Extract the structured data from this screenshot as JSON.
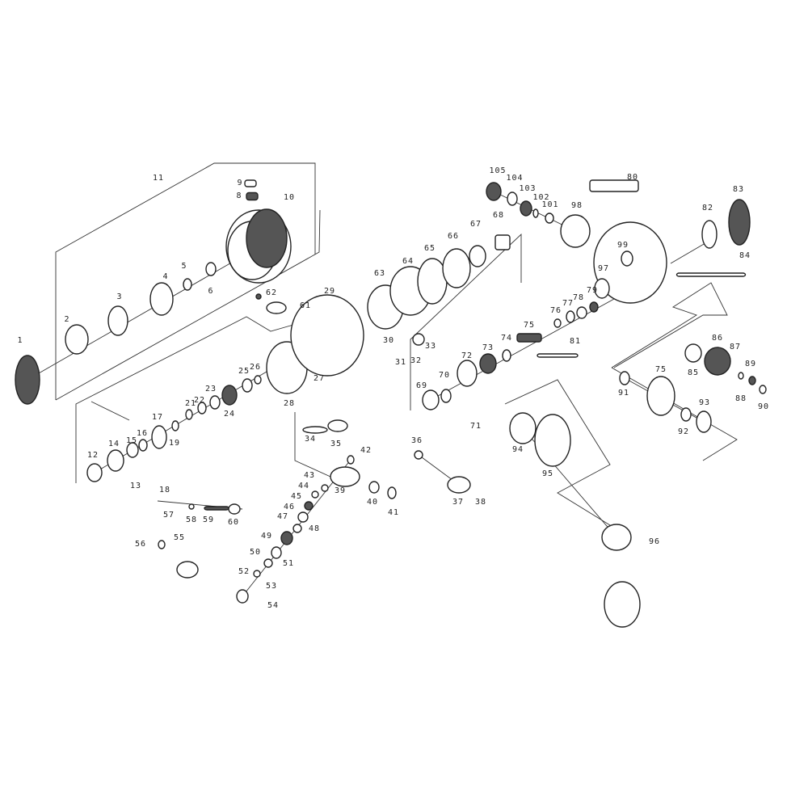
{
  "diagram": {
    "title": "Spinning reel exploded parts diagram",
    "part_labels": [
      "1",
      "2",
      "3",
      "4",
      "5",
      "6",
      "8",
      "9",
      "10",
      "11",
      "12",
      "13",
      "14",
      "15",
      "16",
      "17",
      "19",
      "18",
      "21",
      "22",
      "23",
      "24",
      "25",
      "26",
      "27",
      "28",
      "29",
      "30",
      "31",
      "32",
      "33",
      "34",
      "35",
      "36",
      "37",
      "38",
      "39",
      "40",
      "41",
      "42",
      "43",
      "44",
      "45",
      "46",
      "47",
      "48",
      "49",
      "50",
      "51",
      "52",
      "53",
      "54",
      "55",
      "56",
      "57",
      "58",
      "59",
      "60",
      "61",
      "62",
      "63",
      "64",
      "65",
      "66",
      "67",
      "68",
      "69",
      "70",
      "71",
      "72",
      "73",
      "74",
      "75",
      "76",
      "77",
      "78",
      "79",
      "80",
      "81",
      "82",
      "83",
      "84",
      "85",
      "86",
      "87",
      "88",
      "89",
      "90",
      "91",
      "75",
      "92",
      "93",
      "94",
      "95",
      "96",
      "97",
      "98",
      "99",
      "101",
      "102",
      "103",
      "104",
      "105"
    ]
  }
}
